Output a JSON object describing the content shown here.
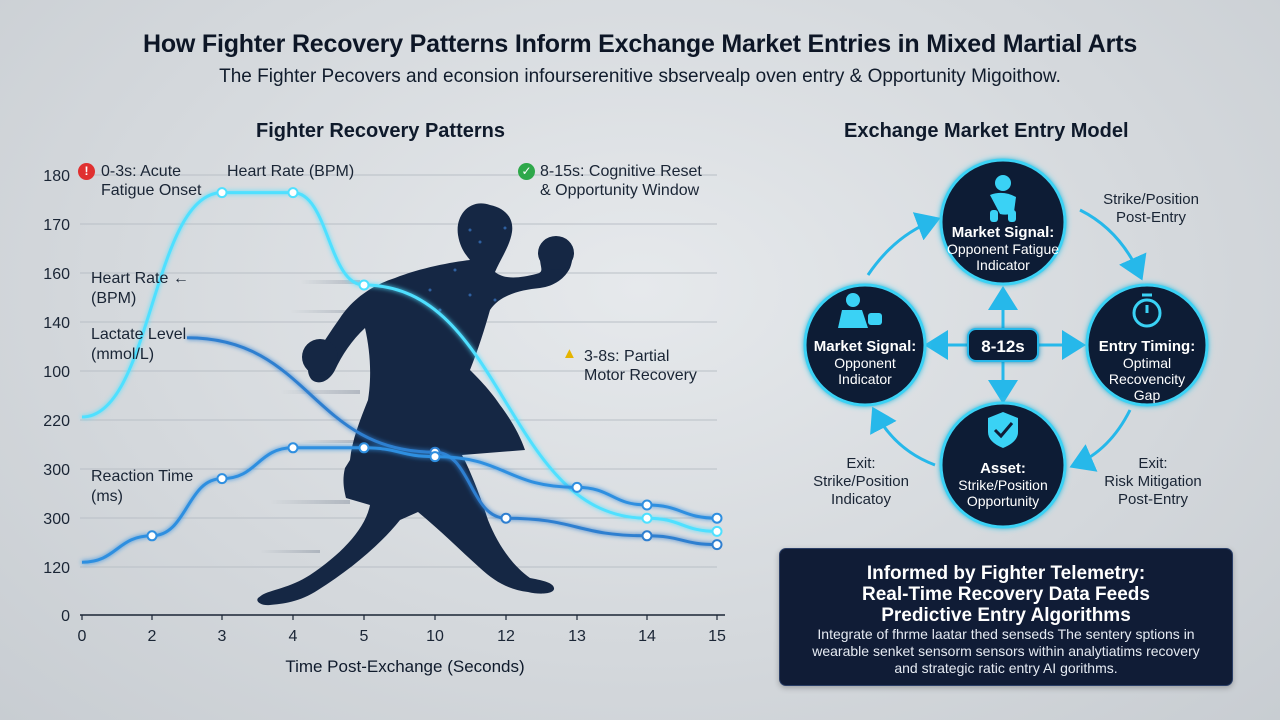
{
  "title": "How Fighter Recovery Patterns Inform Exchange Market Entries in Mixed Martial Arts",
  "subtitle": "The Fighter Pecovers and econsion infourserenitive sbservealp oven entry & Opportunity Migoithow.",
  "left_panel": {
    "title": "Fighter Recovery Patterns",
    "annotations": {
      "acute": {
        "icon": "red-alert-icon",
        "line1": "0-3s: Acute",
        "line2": "Fatigue Onset"
      },
      "hr_top": "Heart Rate (BPM)",
      "cognitive": {
        "icon": "green-check-icon",
        "line1": "8-15s: Cognitive Reset",
        "line2": "& Opportunity Window"
      },
      "motor": {
        "icon": "warning-icon",
        "line1": "3-8s: Partial",
        "line2": "Motor Recovery"
      }
    },
    "side_labels": {
      "heart_rate": {
        "line1": "Heart Rate ←",
        "line2": "(BPM)"
      },
      "lactate": {
        "line1": "Lactate Level",
        "line2": "(mmol/L)"
      },
      "reaction": {
        "line1": "Reaction Time",
        "line2": "(ms)"
      }
    },
    "figure_icon": "fighter-silhouette-icon"
  },
  "chart_data": {
    "type": "line",
    "xlabel": "Time Post-Exchange (Seconds)",
    "x_ticks": [
      "0",
      "2",
      "3",
      "4",
      "5",
      "10",
      "12",
      "13",
      "14",
      "15"
    ],
    "y_ticks": [
      "180",
      "170",
      "160",
      "140",
      "100",
      "220",
      "300",
      "300",
      "120",
      "0"
    ],
    "series": [
      {
        "color": "#4fe0ff",
        "values": [
          {
            "x": "0",
            "y": 0.45
          },
          {
            "x": "3",
            "y": 0.96
          },
          {
            "x": "4",
            "y": 0.96
          },
          {
            "x": "5",
            "y": 0.75
          },
          {
            "x": "14",
            "y": 0.22
          },
          {
            "x": "15",
            "y": 0.19
          }
        ]
      },
      {
        "color": "#2f7fd0",
        "values": [
          {
            "x": "2.5",
            "y": 0.63
          },
          {
            "x": "10",
            "y": 0.37
          },
          {
            "x": "12",
            "y": 0.22
          },
          {
            "x": "14",
            "y": 0.18
          },
          {
            "x": "15",
            "y": 0.16
          }
        ]
      },
      {
        "color": "#2f8fe0",
        "values": [
          {
            "x": "0",
            "y": 0.12
          },
          {
            "x": "2",
            "y": 0.18
          },
          {
            "x": "3",
            "y": 0.31
          },
          {
            "x": "4",
            "y": 0.38
          },
          {
            "x": "5",
            "y": 0.38
          },
          {
            "x": "10",
            "y": 0.36
          },
          {
            "x": "13",
            "y": 0.29
          },
          {
            "x": "14",
            "y": 0.25
          },
          {
            "x": "15",
            "y": 0.22
          }
        ]
      }
    ]
  },
  "right_panel": {
    "title": "Exchange Market Entry Model",
    "center_label": "8-12s",
    "nodes": {
      "top": {
        "icon": "fatigued-fighter-icon",
        "title": "Market Signal:",
        "line1": "Opponent Fatigue",
        "line2": "Indicator"
      },
      "left": {
        "icon": "fighter-icon",
        "title": "Market Signal:",
        "line1": "Opponent",
        "line2": "Indicator"
      },
      "right": {
        "icon": "stopwatch-icon",
        "title": "Entry Timing:",
        "line1": "Optimal",
        "line2": "Recovencity",
        "line3": "Gap"
      },
      "bottom": {
        "icon": "shield-check-icon",
        "title": "Asset:",
        "line1": "Strike/Position",
        "line2": "Opportunity"
      }
    },
    "outer_labels": {
      "top_right": {
        "line1": "Strike/Position",
        "line2": "Post-Entry"
      },
      "bottom_left": {
        "line1": "Exit:",
        "line2": "Strike/Position",
        "line3": "Indicatoy"
      },
      "bottom_right": {
        "line1": "Exit:",
        "line2": "Risk Mitigation",
        "line3": "Post-Entry"
      }
    },
    "info_box": {
      "title1": "Informed by Fighter Telemetry:",
      "title2": "Real-Time Recovery Data Feeds",
      "title3": "Predictive Entry Algorithms",
      "body1": "Integrate of fhrme laatar thed senseds The sentery sptions in",
      "body2": "wearable senket sensorm sensors within analytiatims recovery",
      "body3": "and strategic ratic entry AI gorithms."
    }
  },
  "colors": {
    "background": "#d4d8dc",
    "navy": "#101c36",
    "cyan": "#4fe0ff",
    "blue": "#2f7fd0",
    "red_icon": "#e03030",
    "green_icon": "#2ea84a",
    "warning": "#e5b400"
  }
}
